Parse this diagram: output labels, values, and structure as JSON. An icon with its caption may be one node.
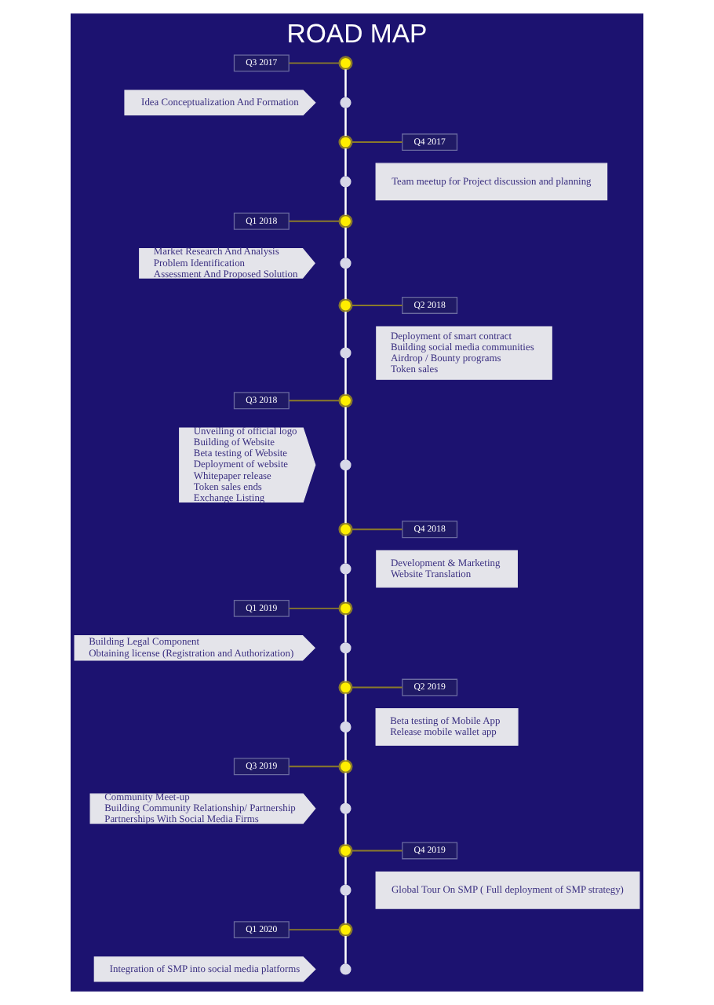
{
  "diagram": {
    "title": "ROAD MAP",
    "nodes": [
      {
        "text": [
          "Q3 2017"
        ]
      },
      {
        "text": [],
        "shape": "circle"
      },
      {
        "text": [
          "Idea Conceptualization And Formation"
        ]
      },
      {
        "text": [],
        "shape": "circle"
      },
      {
        "text": [
          "Q4 2017"
        ]
      },
      {
        "text": [],
        "shape": "circle"
      },
      {
        "text": [
          "Team meetup for Project discussion and planning"
        ]
      },
      {
        "text": [],
        "shape": "circle"
      },
      {
        "text": [
          "Q1 2018"
        ]
      },
      {
        "text": [],
        "shape": "circle"
      },
      {
        "text": [
          "Market Research And Analysis",
          "Problem Identification",
          "Assessment And Proposed Solution"
        ]
      },
      {
        "text": [],
        "shape": "circle"
      },
      {
        "text": [
          "Q2 2018"
        ]
      },
      {
        "text": [],
        "shape": "circle"
      },
      {
        "text": [
          "Deployment of smart contract",
          "Building social media communities",
          "Airdrop / Bounty programs",
          "Token sales"
        ]
      },
      {
        "text": [],
        "shape": "circle"
      },
      {
        "text": [
          "Q3 2018"
        ]
      },
      {
        "text": [],
        "shape": "circle"
      },
      {
        "text": [
          "Unveiling of official logo",
          "Building of Website",
          "Beta testing of Website",
          "Deployment of website",
          "Whitepaper release",
          "Token sales ends",
          "Exchange Listing"
        ]
      },
      {
        "text": [],
        "shape": "circle"
      },
      {
        "text": [
          "Q4 2018"
        ]
      },
      {
        "text": [],
        "shape": "circle"
      },
      {
        "text": [
          "Development & Marketing",
          "Website Translation"
        ]
      },
      {
        "text": [],
        "shape": "circle"
      },
      {
        "text": [
          "Q1 2019"
        ]
      },
      {
        "text": [],
        "shape": "circle"
      },
      {
        "text": [
          "Building Legal Component",
          "Obtaining license (Registration and Authorization)"
        ]
      },
      {
        "text": [],
        "shape": "circle"
      },
      {
        "text": [
          "Q2 2019"
        ]
      },
      {
        "text": [],
        "shape": "circle"
      },
      {
        "text": [
          "Beta testing of Mobile App",
          "Release mobile wallet app"
        ]
      },
      {
        "text": [],
        "shape": "circle"
      },
      {
        "text": [
          "Q3 2019"
        ]
      },
      {
        "text": [],
        "shape": "circle"
      },
      {
        "text": [
          "Community Meet-up",
          "Building Community Relationship/ Partnership",
          "Partnerships With Social Media Firms"
        ]
      },
      {
        "text": [],
        "shape": "circle"
      },
      {
        "text": [
          "Q4 2019"
        ]
      },
      {
        "text": [],
        "shape": "circle"
      },
      {
        "text": [
          "Global Tour On SMP ( Full deployment of SMP strategy)"
        ]
      },
      {
        "text": [],
        "shape": "circle"
      },
      {
        "text": [
          "Q1 2020"
        ]
      },
      {
        "text": [],
        "shape": "circle"
      },
      {
        "text": [
          "Integration of SMP into social media platforms"
        ]
      },
      {
        "text": [],
        "shape": "circle"
      }
    ],
    "edges": [
      {
        "from": 0,
        "to": 1,
        "arrow": "none",
        "color": "#8a7a2a"
      },
      {
        "from": 1,
        "to": 3,
        "arrow": "none"
      },
      {
        "from": 3,
        "to": 5,
        "arrow": "none"
      },
      {
        "from": 4,
        "to": 5,
        "arrow": "none",
        "color": "#8a7a2a"
      },
      {
        "from": 5,
        "to": 7,
        "arrow": "none"
      },
      {
        "from": 7,
        "to": 9,
        "arrow": "none"
      },
      {
        "from": 8,
        "to": 9,
        "arrow": "none",
        "color": "#8a7a2a"
      },
      {
        "from": 9,
        "to": 11,
        "arrow": "none"
      },
      {
        "from": 11,
        "to": 13,
        "arrow": "none"
      },
      {
        "from": 12,
        "to": 13,
        "arrow": "none",
        "color": "#8a7a2a"
      },
      {
        "from": 13,
        "to": 15,
        "arrow": "none"
      },
      {
        "from": 15,
        "to": 17,
        "arrow": "none"
      },
      {
        "from": 16,
        "to": 17,
        "arrow": "none",
        "color": "#8a7a2a"
      },
      {
        "from": 17,
        "to": 19,
        "arrow": "none"
      },
      {
        "from": 19,
        "to": 21,
        "arrow": "none"
      },
      {
        "from": 20,
        "to": 21,
        "arrow": "none",
        "color": "#8a7a2a"
      },
      {
        "from": 21,
        "to": 23,
        "arrow": "none"
      },
      {
        "from": 23,
        "to": 25,
        "arrow": "none"
      },
      {
        "from": 24,
        "to": 25,
        "arrow": "none",
        "color": "#8a7a2a"
      },
      {
        "from": 25,
        "to": 27,
        "arrow": "none"
      },
      {
        "from": 27,
        "to": 29,
        "arrow": "none"
      },
      {
        "from": 28,
        "to": 29,
        "arrow": "none",
        "color": "#8a7a2a"
      },
      {
        "from": 29,
        "to": 31,
        "arrow": "none"
      },
      {
        "from": 31,
        "to": 33,
        "arrow": "none"
      },
      {
        "from": 32,
        "to": 33,
        "arrow": "none",
        "color": "#8a7a2a"
      },
      {
        "from": 33,
        "to": 35,
        "arrow": "none"
      },
      {
        "from": 35,
        "to": 37,
        "arrow": "none"
      },
      {
        "from": 36,
        "to": 37,
        "arrow": "none",
        "color": "#8a7a2a"
      },
      {
        "from": 37,
        "to": 39,
        "arrow": "none"
      },
      {
        "from": 39,
        "to": 41,
        "arrow": "none"
      },
      {
        "from": 40,
        "to": 41,
        "arrow": "none",
        "color": "#8a7a2a"
      },
      {
        "from": 41,
        "to": 43,
        "arrow": "none"
      }
    ]
  }
}
